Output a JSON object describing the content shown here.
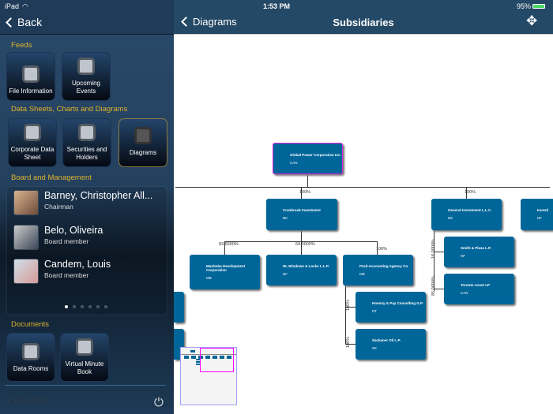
{
  "status": {
    "device": "iPad",
    "time": "1:53 PM",
    "battery": "95%"
  },
  "sidebar": {
    "back": "Back",
    "sections": {
      "feeds": "Feeds",
      "data": "Data Sheets, Charts and Diagrams",
      "board": "Board and Management",
      "documents": "Documents"
    },
    "feeds": [
      {
        "label": "File Information",
        "icon": "file-icon"
      },
      {
        "label": "Upcoming Events",
        "icon": "calendar-icon"
      }
    ],
    "data": [
      {
        "label": "Corporate Data Sheet",
        "icon": "datasheet-icon"
      },
      {
        "label": "Securities and Holders",
        "icon": "pie-icon"
      },
      {
        "label": "Diagrams",
        "icon": "briefcase-icon",
        "selected": true
      }
    ],
    "board": [
      {
        "name": "Barney, Christopher All...",
        "role": "Chairman"
      },
      {
        "name": "Belo, Oliveira",
        "role": "Board member"
      },
      {
        "name": "Candem, Louis",
        "role": "Board member"
      }
    ],
    "page_dots": {
      "count": 6,
      "current": 1
    },
    "documents": [
      {
        "label": "Data Rooms",
        "icon": "briefcase-icon"
      },
      {
        "label": "Virtual Minute Book",
        "icon": "book-icon"
      }
    ],
    "logo": "corporatek"
  },
  "main": {
    "back": "Diagrams",
    "title": "Subsidiaries",
    "move_icon": "move-icon"
  },
  "diagram": {
    "nodes": {
      "global": {
        "name": "Global Power Corporation Inc.",
        "jur": "CAN"
      },
      "cranbrook": {
        "name": "Cranbrook Investment",
        "jur": "BC"
      },
      "general": {
        "name": "General Investment L.L.C.",
        "jur": "DE"
      },
      "invest": {
        "name": "Investi",
        "jur": "NF"
      },
      "manitoba": {
        "name": "Manitoba Development Corporation",
        "jur": "MB"
      },
      "nl": {
        "name": "NL Windows & Locks L.L.P.",
        "jur": "NF"
      },
      "prod": {
        "name": "Prod-Accounting Agency Co.",
        "jur": "MB"
      },
      "smith": {
        "name": "Smith & Plaza L.P.",
        "jur": "NF"
      },
      "toronto": {
        "name": "Toronto Asset LP",
        "jur": "CAN"
      },
      "hommy": {
        "name": "Hommy & Pay Consulting G.P.",
        "jur": "NT"
      },
      "sackaner": {
        "name": "Sackaner Oil L.P.",
        "jur": "SK"
      }
    },
    "pcts": {
      "cranbrook": "100%",
      "general": "100%",
      "manitoba": "83.6500%",
      "nl": "64.0000%",
      "prod": "100%",
      "smith": "16.0000%",
      "toronto": "85.0000%",
      "hommy": "100%",
      "sackaner": "100%"
    }
  }
}
